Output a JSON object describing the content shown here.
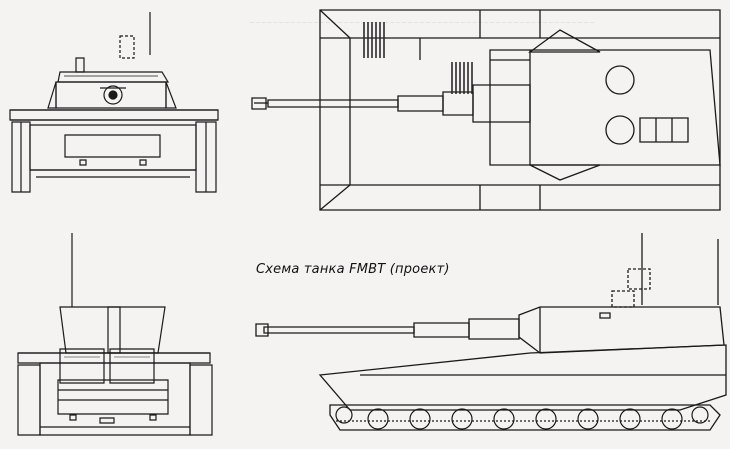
{
  "caption": "Схема танка FMBT (проект)",
  "colors": {
    "ink": "#1a1a1a",
    "paper": "#f4f3f1",
    "hatch": "#2a2a2a"
  },
  "views": [
    "front-view",
    "top-view",
    "rear-view",
    "side-view"
  ]
}
